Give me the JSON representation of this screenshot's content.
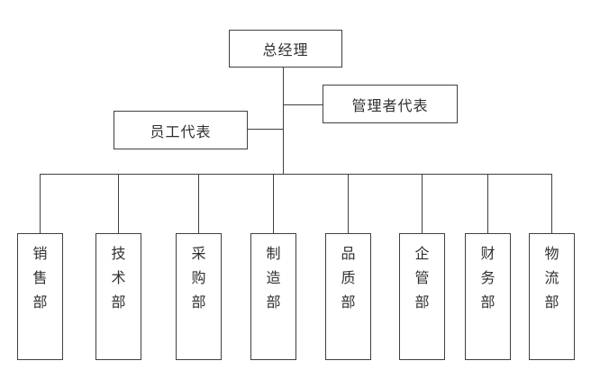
{
  "chart": {
    "type": "org-chart",
    "root": {
      "label": "总经理"
    },
    "management_rep": {
      "label": "管理者代表"
    },
    "employee_rep": {
      "label": "员工代表"
    },
    "departments": [
      {
        "label": "销售部"
      },
      {
        "label": "技术部"
      },
      {
        "label": "采购部"
      },
      {
        "label": "制造部"
      },
      {
        "label": "品质部"
      },
      {
        "label": "企管部"
      },
      {
        "label": "财务部"
      },
      {
        "label": "物流部"
      }
    ],
    "colors": {
      "background": "#ffffff",
      "line": "#404040",
      "text": "#303030"
    }
  }
}
